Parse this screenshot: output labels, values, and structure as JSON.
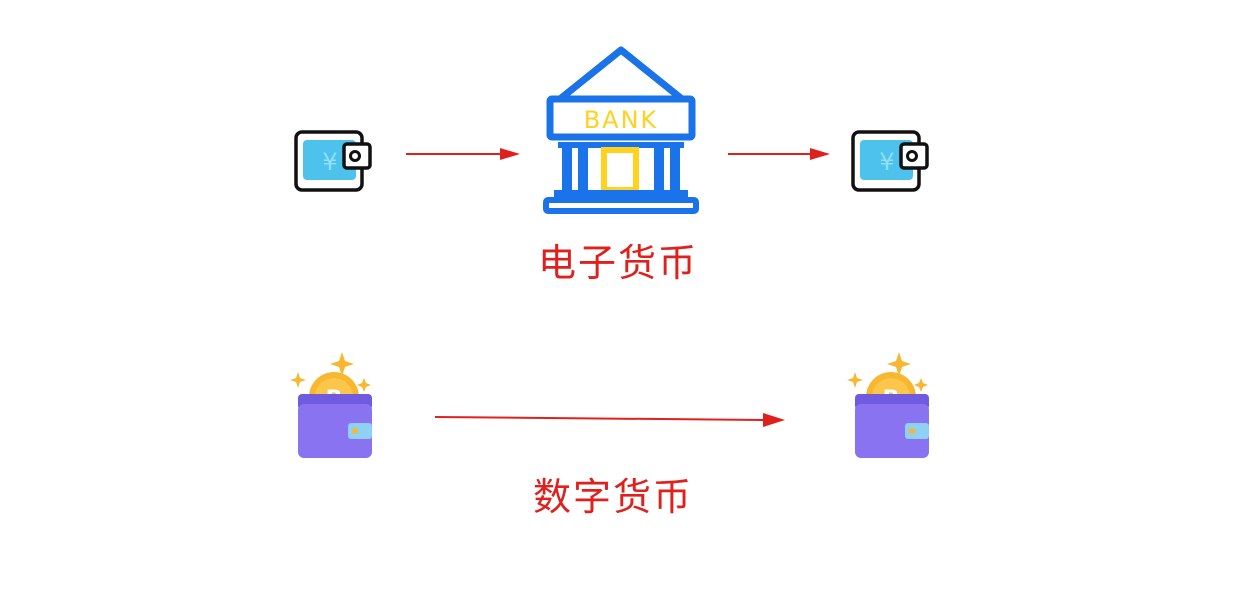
{
  "colors": {
    "arrow": "#e0201c",
    "caption": "#e0201c",
    "bank": "#1a73e8",
    "bank_text": "#ffd21f",
    "yen_card": "#4cc2ec",
    "wallet_purple": "#8a73f0",
    "coin": "#f7b731"
  },
  "icons": {
    "cash_wallet": "yen-wallet-icon",
    "bank": "bank-building-icon",
    "crypto_wallet": "bitcoin-wallet-icon"
  },
  "electronic": {
    "bank_sign": "BANK",
    "wallet_symbol": "¥",
    "caption": "电子货币"
  },
  "digital": {
    "coin_symbol": "B",
    "caption": "数字货币"
  }
}
